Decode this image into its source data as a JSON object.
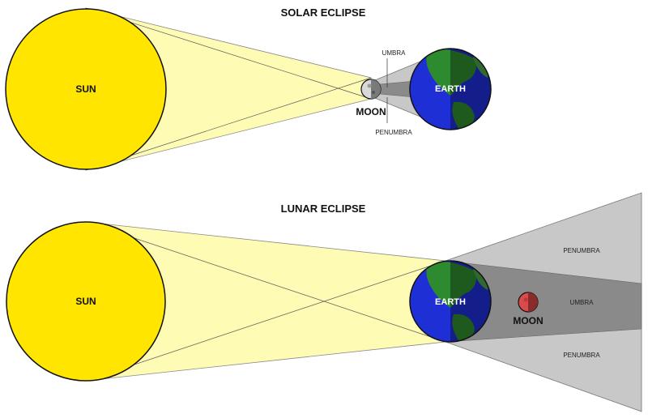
{
  "solar": {
    "title": "SOLAR ECLIPSE",
    "sun_label": "SUN",
    "earth_label": "EARTH",
    "moon_label": "MOON",
    "umbra_label": "UMBRA",
    "penumbra_label": "PENUMBRA"
  },
  "lunar": {
    "title": "LUNAR ECLIPSE",
    "sun_label": "SUN",
    "earth_label": "EARTH",
    "moon_label": "MOON",
    "umbra_label": "UMBRA",
    "penumbra_top_label": "PENUMBRA",
    "penumbra_bottom_label": "PENUMBRA"
  },
  "colors": {
    "sun": "#ffe500",
    "sun_rays": "#fdfbb4",
    "penumbra": "#c8c8c8",
    "umbra": "#8a8a8a",
    "ocean": "#1f2fd6",
    "land": "#2e8a2e",
    "eclipsed_moon": "#d94a4a"
  }
}
